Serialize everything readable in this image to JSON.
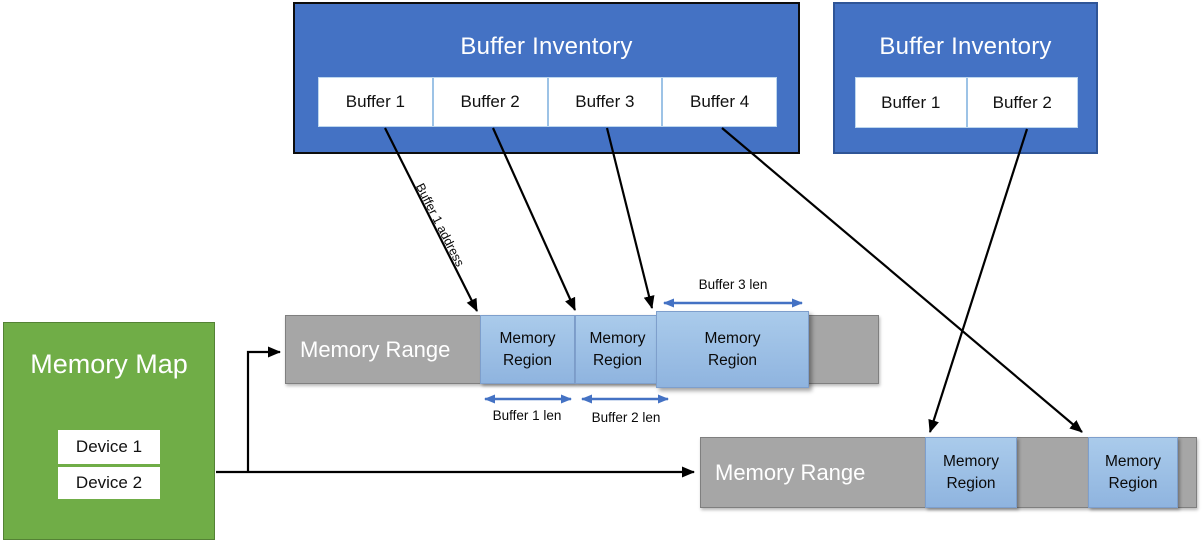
{
  "buffer_inventory_left": {
    "title": "Buffer Inventory",
    "buffers": [
      "Buffer 1",
      "Buffer 2",
      "Buffer 3",
      "Buffer 4"
    ]
  },
  "buffer_inventory_right": {
    "title": "Buffer Inventory",
    "buffers": [
      "Buffer 1",
      "Buffer 2"
    ]
  },
  "memory_map": {
    "title": "Memory Map",
    "devices": [
      "Device 1",
      "Device 2"
    ]
  },
  "memory_range_top": {
    "label": "Memory Range",
    "regions": [
      "Memory Region",
      "Memory Region",
      "Memory Region"
    ]
  },
  "memory_range_bottom": {
    "label": "Memory Range",
    "regions": [
      "Memory Region",
      "Memory Region"
    ]
  },
  "annotations": {
    "buffer1_address": "Buffer 1 address",
    "buffer1_len": "Buffer 1 len",
    "buffer2_len": "Buffer 2 len",
    "buffer3_len": "Buffer 3 len"
  },
  "colors": {
    "inventory_blue": "#4472C4",
    "map_green": "#70AD47",
    "range_gray": "#A6A6A6",
    "region_blue": "#9DC3E6",
    "measure_arrow_blue": "#4472C4",
    "connector_black": "#000000"
  }
}
